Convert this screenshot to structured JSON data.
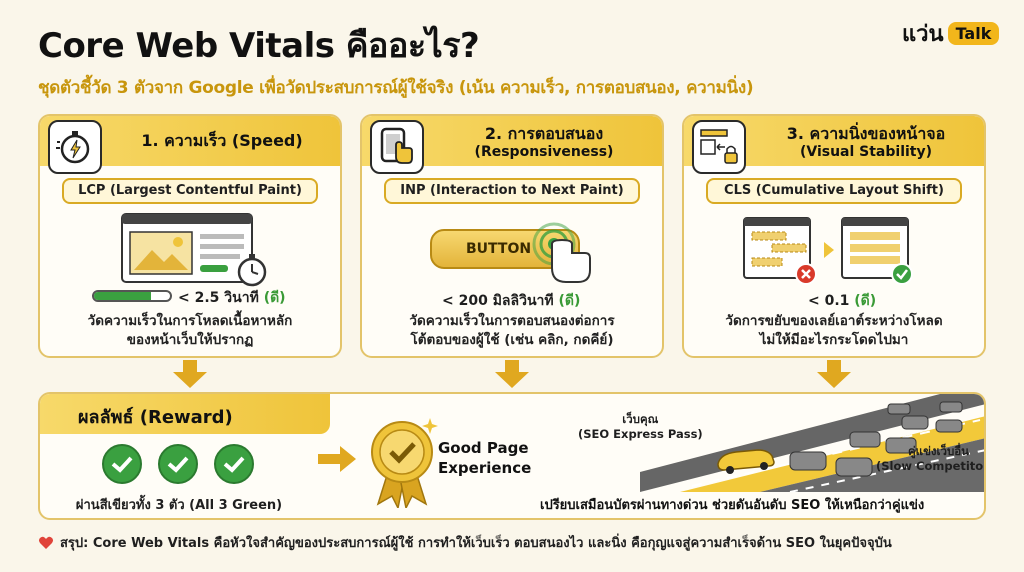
{
  "header": {
    "title": "Core Web Vitals คืออะไร?",
    "subtitle": "ชุดตัวชี้วัด 3 ตัวจาก Google เพื่อวัดประสบการณ์ผู้ใช้จริง (เน้น ความเร็ว, การตอบสนอง, ความนิ่ง)",
    "logo_main": "แว่น",
    "logo_badge": "Talk"
  },
  "cards": [
    {
      "icon": "stopwatch-icon",
      "title": "1. ความเร็ว (Speed)",
      "title_sub": "",
      "metric": "LCP (Largest Contentful Paint)",
      "threshold": "< 2.5 วินาที",
      "threshold_good": "(ดี)",
      "desc_line1": "วัดความเร็วในการโหลดเนื้อหาหลัก",
      "desc_line2": "ของหน้าเว็บให้ปรากฏ",
      "progress": 0.75
    },
    {
      "icon": "tap-hand-icon",
      "title": "2. การตอบสนอง",
      "title_sub": "(Responsiveness)",
      "metric": "INP (Interaction to Next Paint)",
      "button_label": "BUTTON",
      "threshold": "< 200 มิลลิวินาที",
      "threshold_good": "(ดี)",
      "desc_line1": "วัดความเร็วในการตอบสนองต่อการ",
      "desc_line2": "โต้ตอบของผู้ใช้ (เช่น คลิก, กดคีย์)"
    },
    {
      "icon": "layout-lock-icon",
      "title": "3. ความนิ่งของหน้าจอ",
      "title_sub": "(Visual Stability)",
      "metric": "CLS (Cumulative Layout Shift)",
      "threshold": "< 0.1",
      "threshold_good": "(ดี)",
      "desc_line1": "วัดการขยับของเลย์เอาต์ระหว่างโหลด",
      "desc_line2": "ไม่ให้มีอะไรกระโดดไปมา"
    }
  ],
  "reward": {
    "title": "ผลลัพธ์ (Reward)",
    "all_green": "ผ่านสีเขียวทั้ง 3 ตัว (All 3 Green)",
    "good_page_line1": "Good Page",
    "good_page_line2": "Experience",
    "you_line1": "เว็บคุณ",
    "you_line2": "(SEO Express Pass)",
    "rival_line1": "คู่แข่งเว็บอื่น",
    "rival_line2": "(Slow Competitors)",
    "compare": "เปรียบเสมือนบัตรผ่านทางด่วน ช่วยดันอันดับ SEO ให้เหนือกว่าคู่แข่ง"
  },
  "footer": {
    "text": "สรุป: Core Web Vitals คือหัวใจสำคัญของประสบการณ์ผู้ใช้ การทำให้เว็บเร็ว ตอบสนองไว และนิ่ง คือกุญแจสู่ความสำเร็จด้าน SEO ในยุคปัจจุบัน"
  },
  "colors": {
    "gold": "#efc43a",
    "good_green": "#3aa040",
    "bad_red": "#d93a2b"
  }
}
